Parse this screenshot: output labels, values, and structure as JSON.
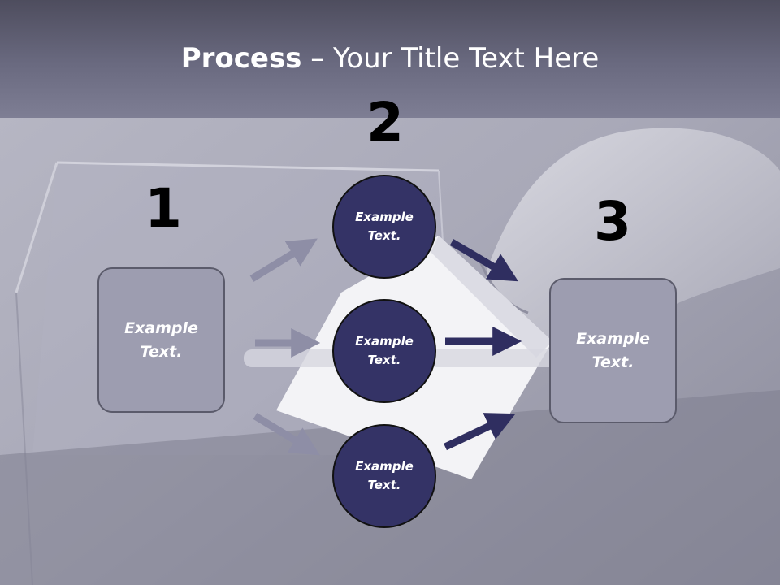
{
  "title": {
    "bold": "Process",
    "rest": " – Your Title Text Here"
  },
  "steps": [
    {
      "number": "1",
      "box_text_line1": "Example",
      "box_text_line2": "Text."
    },
    {
      "number": "2",
      "circles": [
        {
          "line1": "Example",
          "line2": "Text."
        },
        {
          "line1": "Example",
          "line2": "Text."
        },
        {
          "line1": "Example",
          "line2": "Text."
        }
      ]
    },
    {
      "number": "3",
      "box_text_line1": "Example",
      "box_text_line2": "Text."
    }
  ],
  "colors": {
    "circle_fill": "#343366",
    "box_fill": "#9d9db0",
    "arrow_light": "#8e8ea6",
    "arrow_dark": "#2f2e60"
  }
}
